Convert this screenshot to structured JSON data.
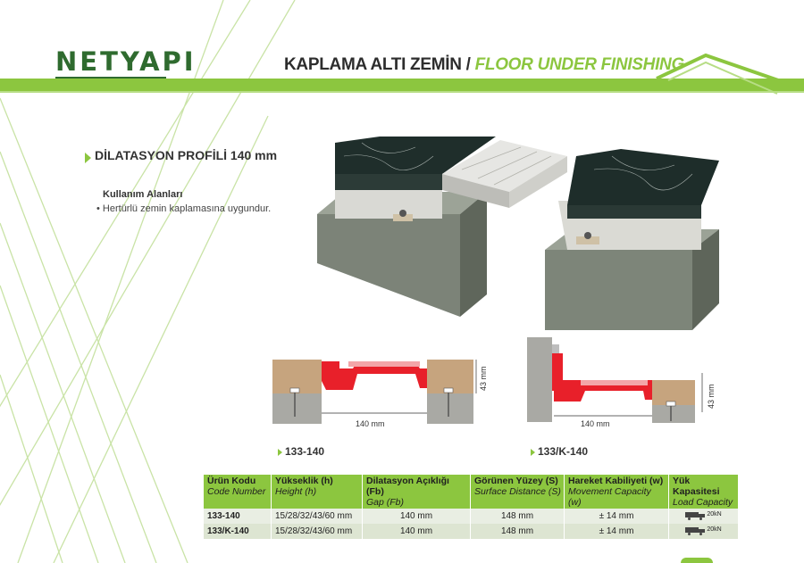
{
  "brand": {
    "logo_text": "NETYAPI"
  },
  "header": {
    "title_tr": "KAPLAMA ALTI ZEMİN / ",
    "title_en": "FLOOR UNDER FINISHING"
  },
  "colors": {
    "accent": "#8cc63f",
    "logo": "#2f6b2f",
    "profile": "#e8202a"
  },
  "section": {
    "title": "DİLATASYON PROFİLİ 140 mm",
    "usage_title": "Kullanım Alanları",
    "usage_items": [
      "• Hertürlü zemin kaplamasına uygundur."
    ]
  },
  "drawings": [
    {
      "code": "133-140",
      "width_label": "140 mm",
      "height_label": "43 mm"
    },
    {
      "code": "133/K-140",
      "width_label": "140 mm",
      "height_label": "43 mm"
    }
  ],
  "table": {
    "headers": [
      {
        "tr": "Ürün Kodu",
        "en": "Code Number"
      },
      {
        "tr": "Yükseklik (h)",
        "en": "Height (h)"
      },
      {
        "tr": "Dilatasyon Açıklığı (Fb)",
        "en": "Gap (Fb)"
      },
      {
        "tr": "Görünen Yüzey (S)",
        "en": "Surface Distance (S)"
      },
      {
        "tr": "Hareket Kabiliyeti (w)",
        "en": "Movement Capacity (w)"
      },
      {
        "tr": "Yük Kapasitesi",
        "en": "Load Capacity"
      }
    ],
    "rows": [
      {
        "code": "133-140",
        "height": "15/28/32/43/60 mm",
        "gap": "140 mm",
        "surface": "148 mm",
        "movement": "± 14 mm",
        "load": "20kN"
      },
      {
        "code": "133/K-140",
        "height": "15/28/32/43/60 mm",
        "gap": "140 mm",
        "surface": "148 mm",
        "movement": "± 14 mm",
        "load": "20kN"
      }
    ]
  }
}
